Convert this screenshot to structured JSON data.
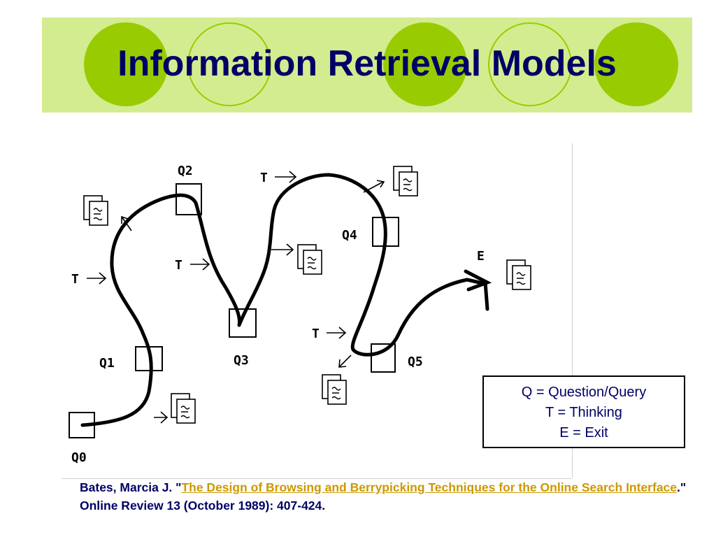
{
  "slide": {
    "title": "Information Retrieval Models",
    "accent_color": "#99cc00",
    "band_color": "#d4ec90",
    "title_color": "#000066"
  },
  "diagram": {
    "labels": {
      "q0": "Q0",
      "q1": "Q1",
      "q2": "Q2",
      "q3": "Q3",
      "q4": "Q4",
      "q5": "Q5",
      "t": "T",
      "e": "E"
    }
  },
  "legend": {
    "lines": [
      "Q = Question/Query",
      "T = Thinking",
      "E = Exit"
    ]
  },
  "citation": {
    "prefix": "Bates, Marcia J. \"",
    "link_text": "The Design of Browsing and Berrypicking Techniques for the Online Search Interface",
    "suffix": ".\" Online Review 13 (October 1989): 407-424."
  }
}
